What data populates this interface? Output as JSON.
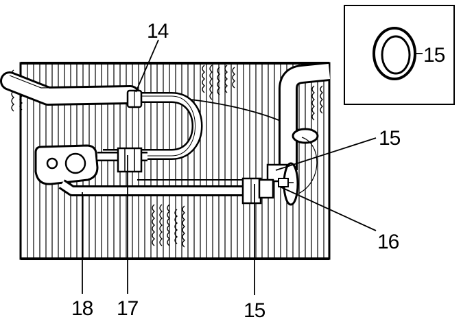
{
  "colors": {
    "ink": "#000000",
    "paper": "#ffffff"
  },
  "callouts": {
    "part_14": "14",
    "part_15_inset": "15",
    "part_15_upper": "15",
    "part_16": "16",
    "part_18": "18",
    "part_17": "17",
    "part_15_lower": "15"
  }
}
